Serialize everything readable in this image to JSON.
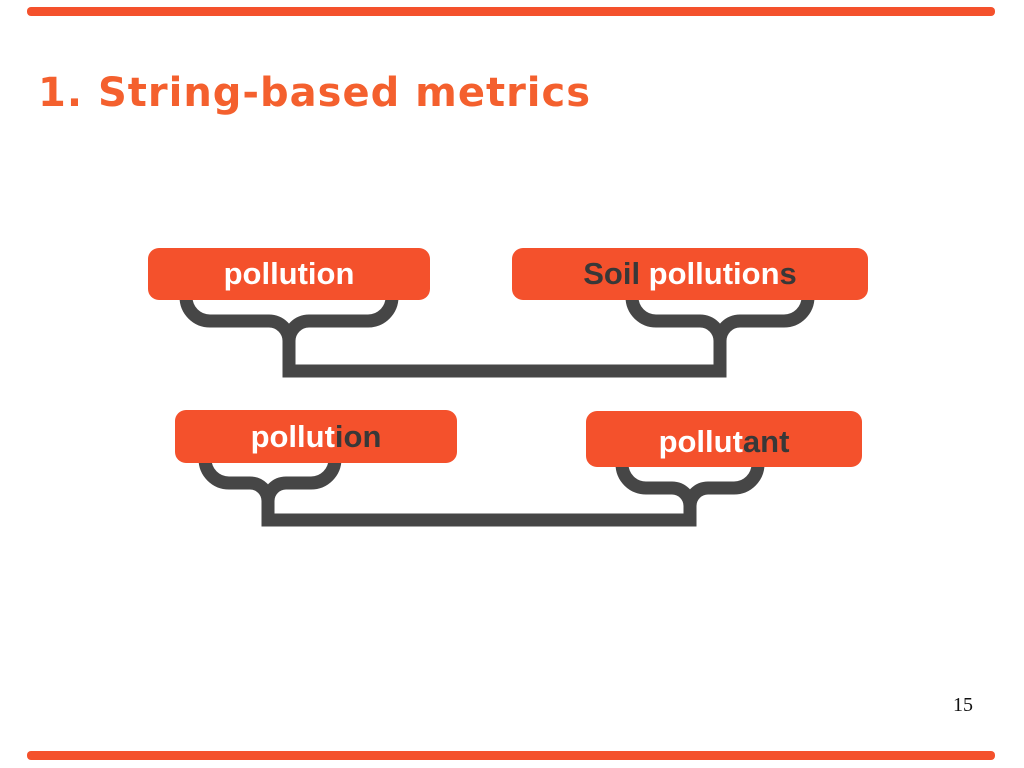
{
  "slide": {
    "title": "1. String-based metrics",
    "page_number": "15"
  },
  "diagram": {
    "description": "Two pairs of strings compared with brace connectors",
    "boxes": [
      {
        "id": "top-left",
        "segments": [
          {
            "text": "pollution",
            "color": "light"
          }
        ]
      },
      {
        "id": "top-right",
        "segments": [
          {
            "text": "Soil ",
            "color": "dark"
          },
          {
            "text": "pollution",
            "color": "light"
          },
          {
            "text": "s",
            "color": "dark"
          }
        ]
      },
      {
        "id": "bottom-left",
        "segments": [
          {
            "text": "pollut",
            "color": "light"
          },
          {
            "text": "ion",
            "color": "dark"
          }
        ]
      },
      {
        "id": "bottom-right",
        "segments": [
          {
            "text": "pollut",
            "color": "light"
          },
          {
            "text": "ant",
            "color": "dark"
          }
        ]
      }
    ],
    "colors": {
      "box_fill": "#F4512C",
      "title": "#F4602E",
      "connector": "#464646",
      "text_light": "#FFFFFF",
      "text_dark": "#383838"
    }
  }
}
